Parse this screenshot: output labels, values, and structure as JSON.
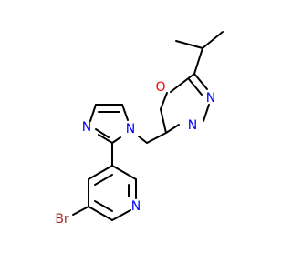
{
  "molecule": {
    "atoms": {
      "br": {
        "text": "Br",
        "color": "#a52a2a"
      },
      "n_pyridine": {
        "text": "N",
        "color": "#0000ff"
      },
      "n_imidazole_ring": {
        "text": "N",
        "color": "#0000ff"
      },
      "n_imidazole_sub": {
        "text": "N",
        "color": "#0000ff"
      },
      "o_oxadiazole": {
        "text": "O",
        "color": "#ff0000"
      },
      "n_oxadiazole_3": {
        "text": "N",
        "color": "#0000ff"
      },
      "n_oxadiazole_4": {
        "text": "N",
        "color": "#0000ff"
      }
    },
    "bond_color": "#000000"
  }
}
